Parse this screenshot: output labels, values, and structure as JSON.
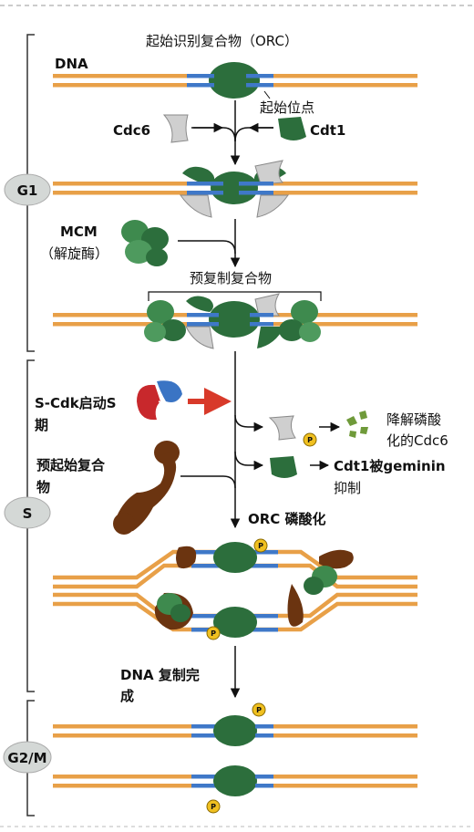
{
  "labels": {
    "orc": "起始识别复合物（ORC）",
    "dna": "DNA",
    "origin": "起始位点",
    "cdc6": "Cdc6",
    "cdt1": "Cdt1",
    "mcm": "MCM",
    "helicase": "（解旋酶）",
    "pre_rc": "预复制复合物",
    "s_cdk_line1": "S-Cdk启动S",
    "s_cdk_line2": "期",
    "pre_ic_line1": "预起始复合",
    "pre_ic_line2": "物",
    "degrade_line1": "降解磷酸",
    "degrade_line2": "化的Cdc6",
    "cdt1_inhib_line1": "Cdt1被geminin",
    "cdt1_inhib_line2": "抑制",
    "orc_phos": "ORC 磷酸化",
    "dna_done_line1": "DNA 复制完",
    "dna_done_line2": "成",
    "phos_symbol": "P"
  },
  "phases": {
    "g1": "G1",
    "s": "S",
    "g2m": "G2/M"
  },
  "colors": {
    "dna_orange": "#e8a048",
    "dna_blue": "#3f78c8",
    "orc_green": "#2c6e3c",
    "cdc6_gray": "#c8c8c8",
    "mcm_green": "#3e8a4e",
    "scdk_red": "#c8282c",
    "scdk_blue": "#3a74c4",
    "arrow_red": "#d83a2a",
    "preic_brown": "#6b3410",
    "phos_yellow": "#f0c020",
    "phase_badge": "#d4d8d6"
  }
}
